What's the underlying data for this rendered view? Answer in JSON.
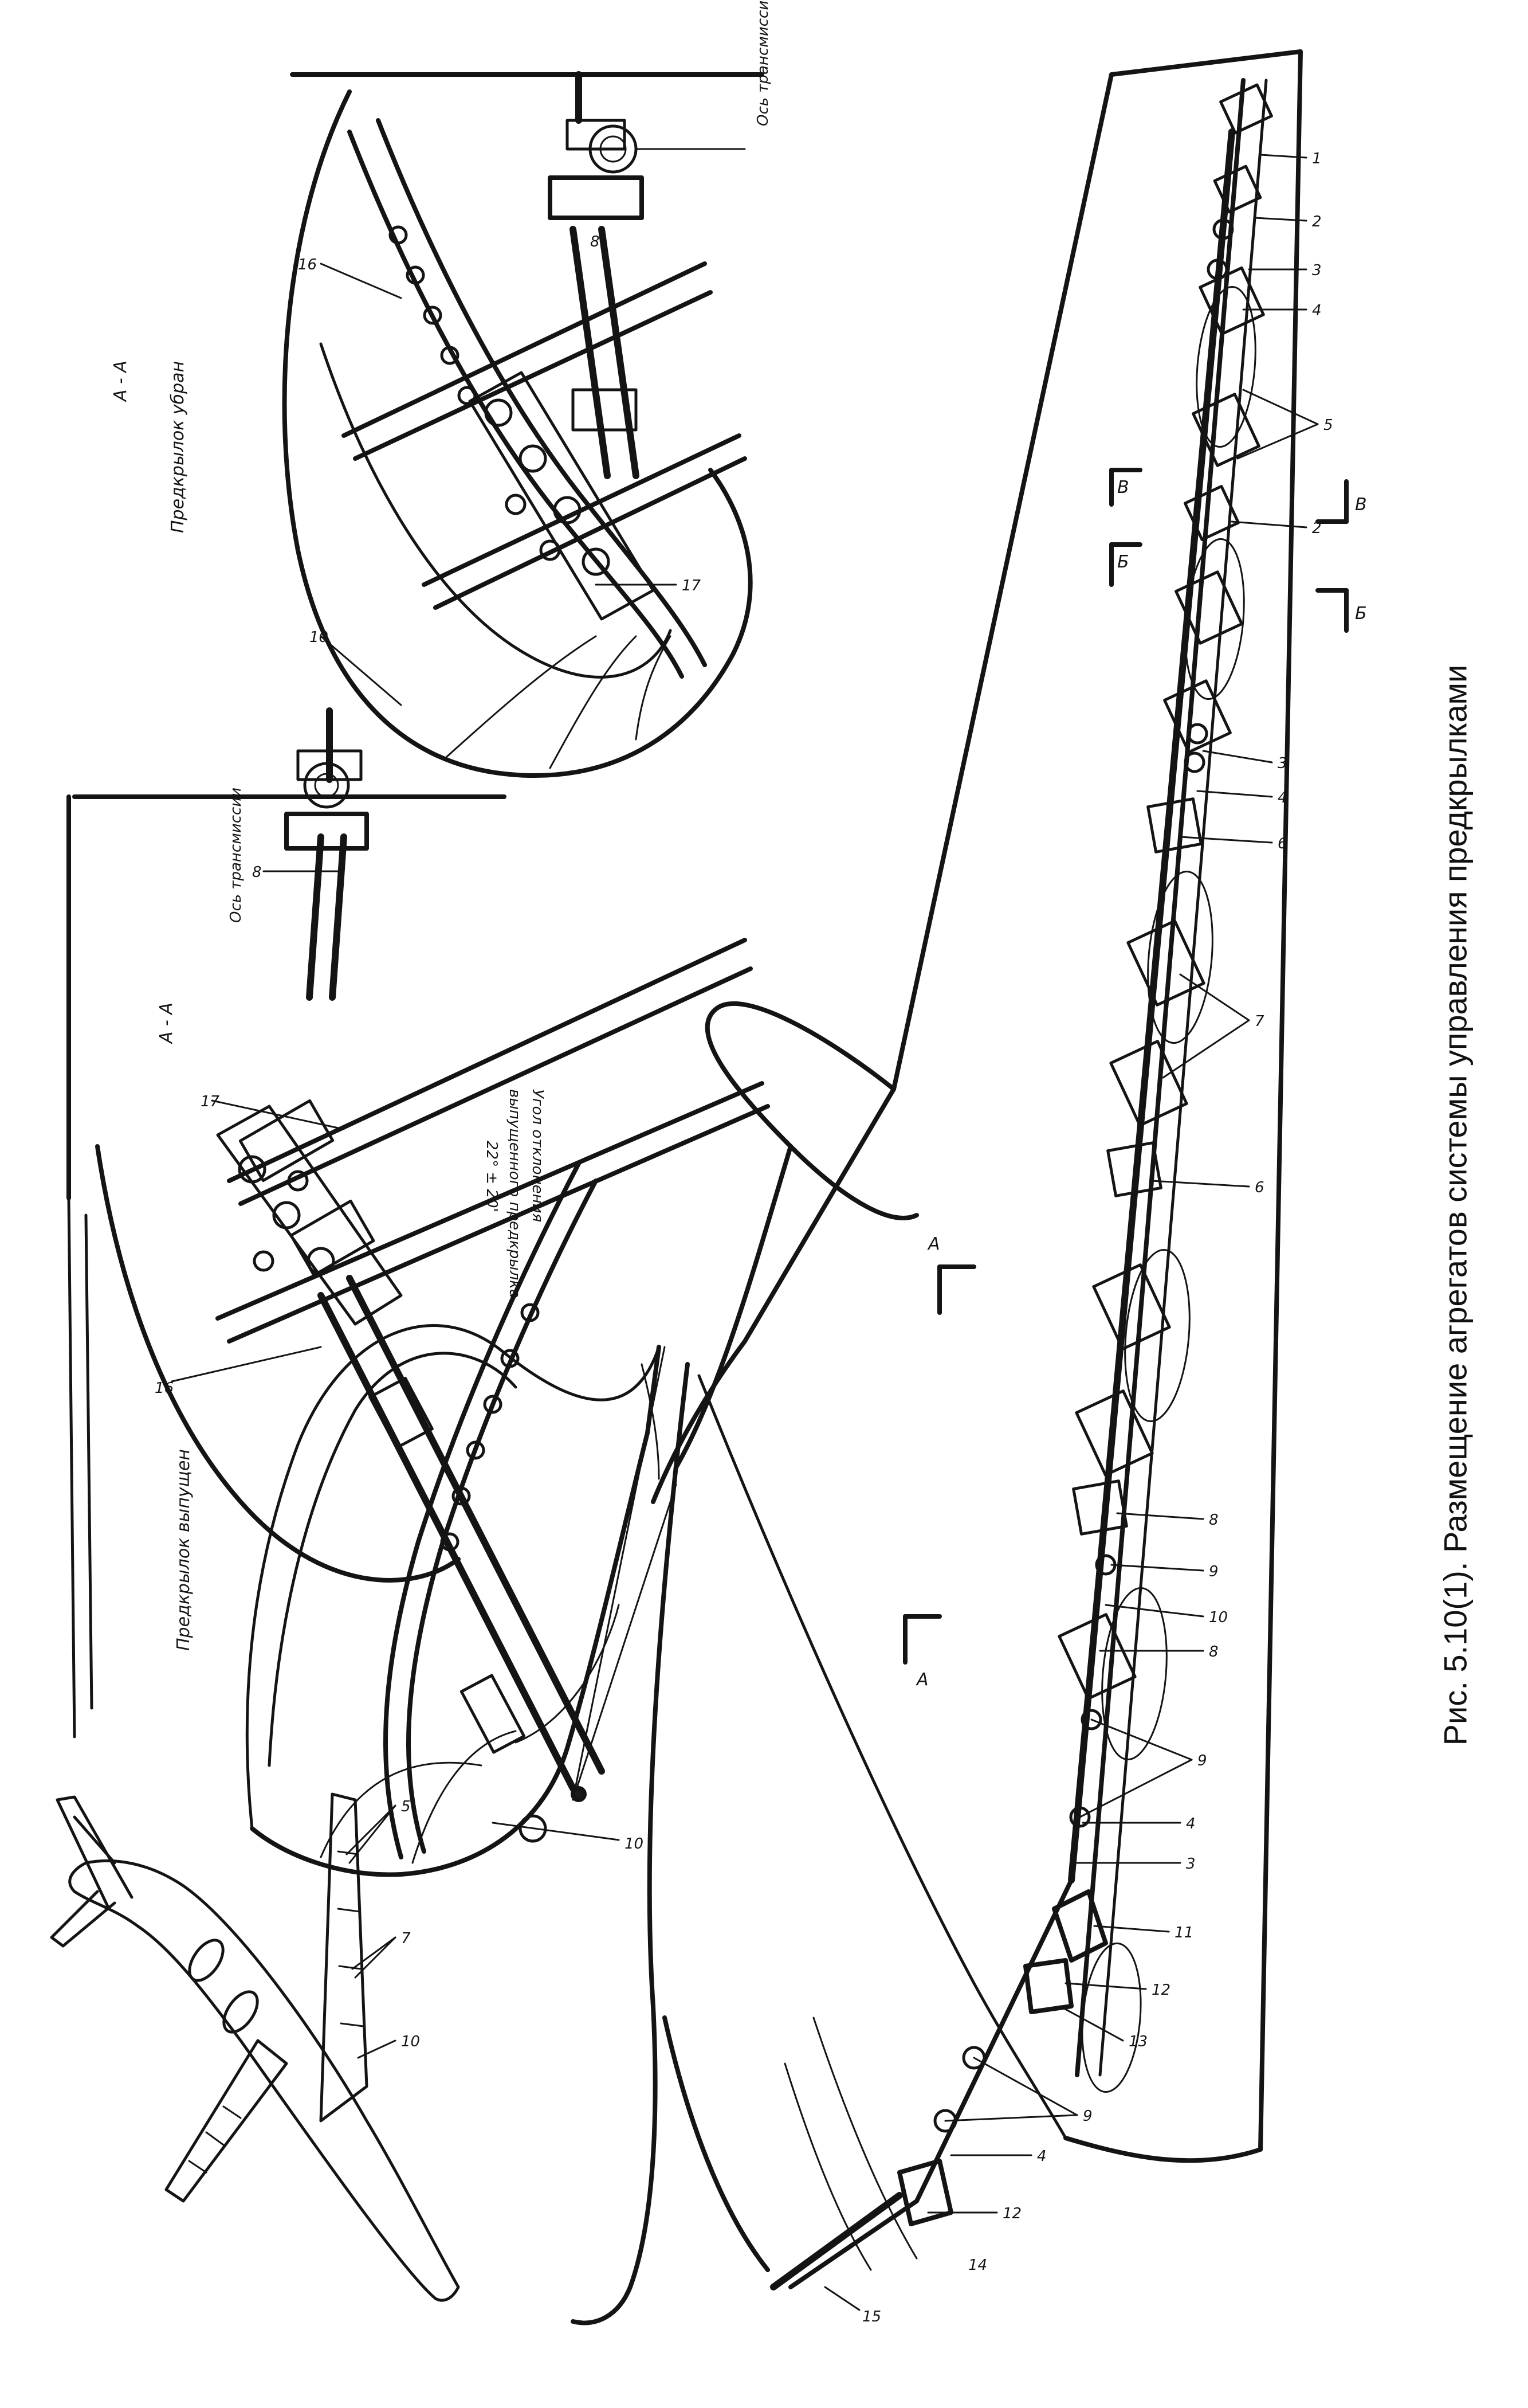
{
  "caption": "Рис. 5.10(1). Размещение агрегатов системы управления предкрылками",
  "views": {
    "section_label": "А - А",
    "deployed": {
      "title": "Предкрылок выпущен",
      "axis_label": "Ось трансмиссии",
      "angle_label_line1": "Угол отклонения",
      "angle_label_line2": "выпущенного предкрылка",
      "angle_value": "22° ± 20'"
    },
    "retracted": {
      "title": "Предкрылок убран",
      "axis_label": "Ось трансмиссии"
    }
  },
  "section_marks": {
    "a": "А",
    "b": "Б",
    "v": "В"
  },
  "callouts": {
    "n1": "1",
    "n2": "2",
    "n3": "3",
    "n4": "4",
    "n5": "5",
    "n6": "6",
    "n7": "7",
    "n8": "8",
    "n9": "9",
    "n10": "10",
    "n11": "11",
    "n12": "12",
    "n13": "13",
    "n14": "14",
    "n15": "15",
    "n16": "16",
    "n17": "17"
  }
}
